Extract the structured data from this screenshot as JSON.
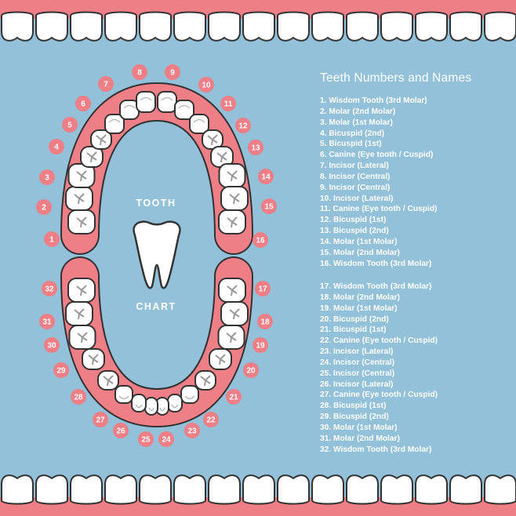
{
  "chart_labels": {
    "top": "TOOTH",
    "bottom": "CHART"
  },
  "title": "Teeth Numbers and Names",
  "upper_list": [
    "1. Wisdom Tooth (3rd Molar)",
    "2. Molar (2nd Molar)",
    "3. Molar (1st Molar)",
    "4. Bicuspid (2nd)",
    "5. Bicuspid (1st)",
    "6. Canine (Eye tooth / Cuspid)",
    "7. Incisor (Lateral)",
    "8. Incisor (Central)",
    "9. Incisor (Central)",
    "10. Incisor (Lateral)",
    "11. Canine (Eye tooth / Cuspid)",
    "12. Bicuspid (1st)",
    "13. Bicuspid (2nd)",
    "14. Molar (1st Molar)",
    "15. Molar (2nd Molar)",
    "16. Wisdom Tooth (3rd Molar)"
  ],
  "lower_list": [
    "17. Wisdom Tooth (3rd Molar)",
    "18. Molar (2nd Molar)",
    "19. Molar (1st Molar)",
    "20. Bicuspid (2nd)",
    "21. Bicuspid (1st)",
    "22. Canine (Eye tooth / Cuspid)",
    "23. Incisor (Lateral)",
    "24. Incisor (Central)",
    "25. Incisor (Central)",
    "26. Incisor (Lateral)",
    "27. Canine (Eye tooth / Cuspid)",
    "28. Bicuspid (1st)",
    "29. Bicuspid (2nd)",
    "30. Molar (1st Molar)",
    "31. Molar (2nd Molar)",
    "32. Wisdom Tooth (3rd Molar)"
  ],
  "tooth_numbers": [
    "1",
    "2",
    "3",
    "4",
    "5",
    "6",
    "7",
    "8",
    "9",
    "10",
    "11",
    "12",
    "13",
    "14",
    "15",
    "16",
    "17",
    "18",
    "19",
    "20",
    "21",
    "22",
    "23",
    "24",
    "25",
    "26",
    "27",
    "28",
    "29",
    "30",
    "31",
    "32"
  ],
  "colors": {
    "background": "#92c1d9",
    "gum": "#ee7f86",
    "outline": "#333333",
    "tooth": "#ffffff",
    "badge": "#ee7f86"
  }
}
